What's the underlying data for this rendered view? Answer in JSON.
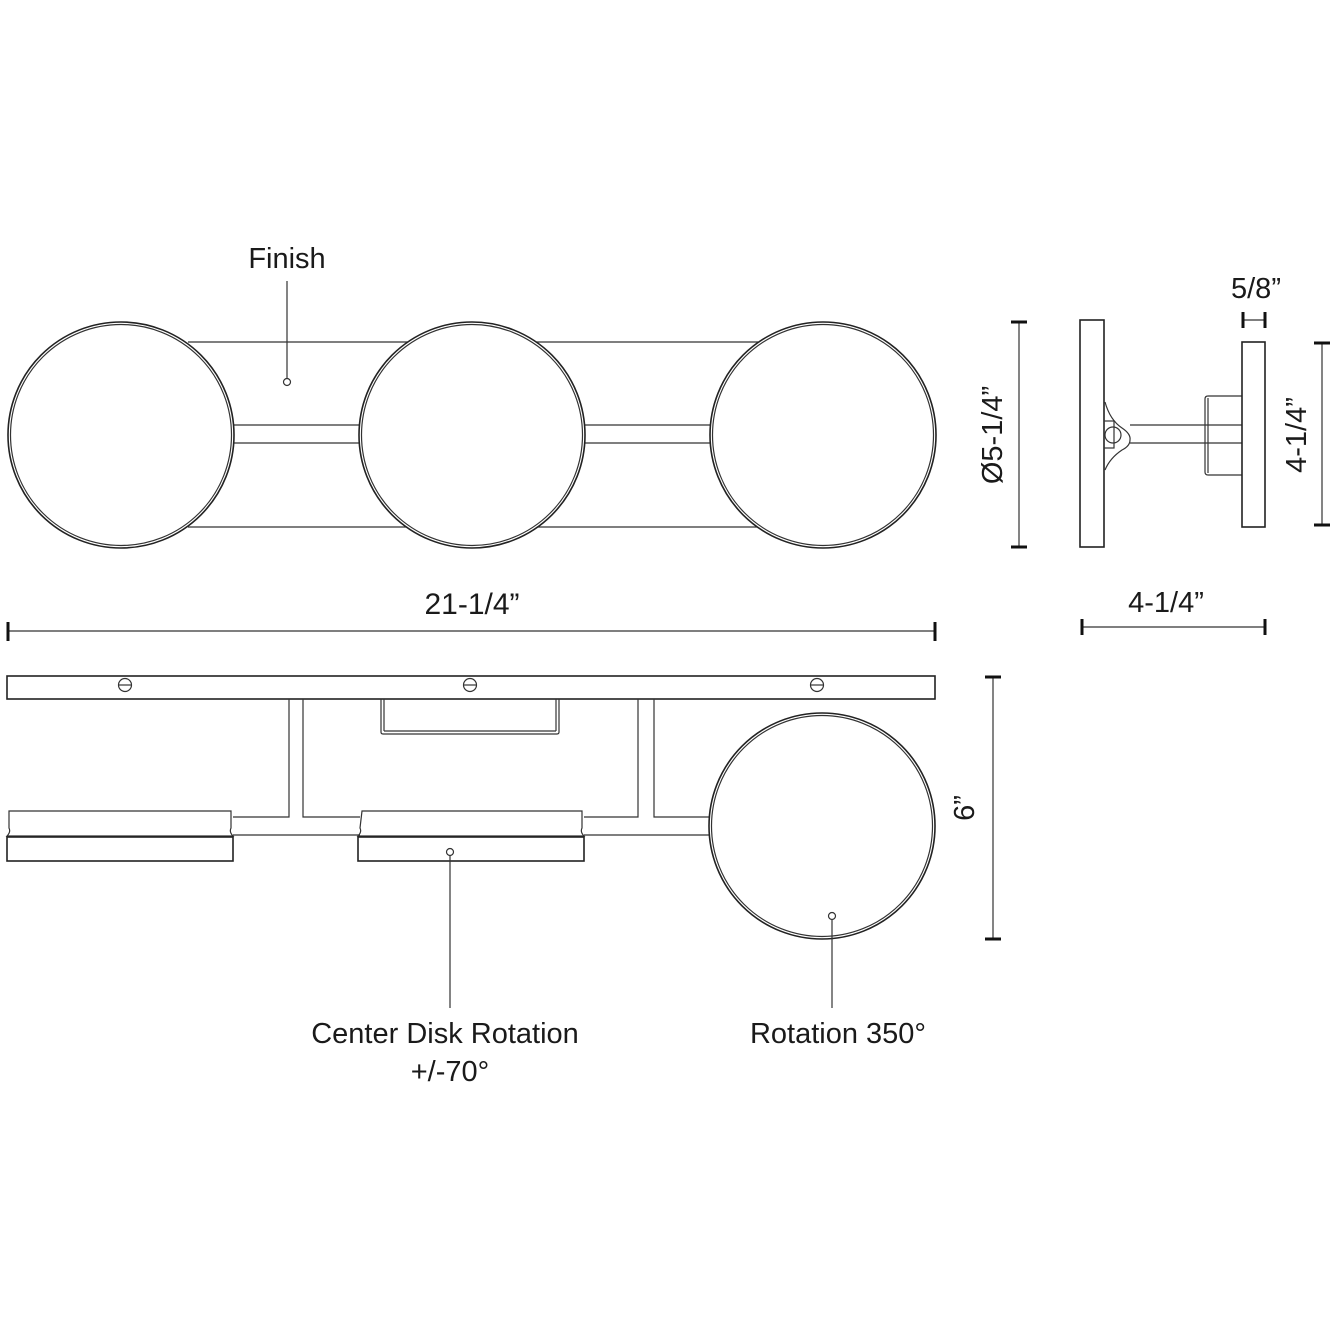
{
  "title": "Triple disk wall sconce dimension drawing",
  "views": {
    "front": {
      "callout_finish": "Finish",
      "disk_count": 3
    },
    "side": {
      "dim_disk_diameter": "Ø5-1/4”",
      "dim_backplate_thickness": "5/8”",
      "dim_backplate_height": "4-1/4”",
      "dim_depth": "4-1/4”"
    },
    "top": {
      "dim_overall_width": "21-1/4”",
      "dim_height": "6”",
      "callout_center": "Center Disk Rotation",
      "callout_center_line2": "+/-70°",
      "callout_rotation": "Rotation 350°"
    }
  },
  "colors": {
    "line": "#222222",
    "background": "#ffffff"
  }
}
